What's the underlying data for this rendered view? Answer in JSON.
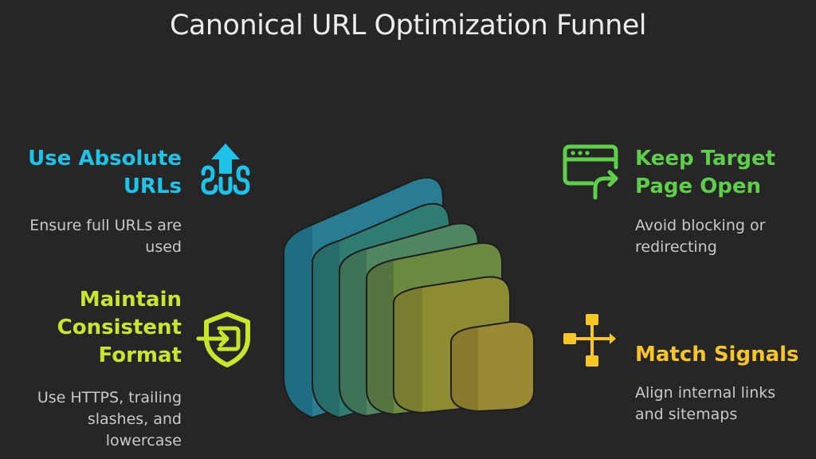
{
  "title": "Canonical URL Optimization Funnel",
  "colors": {
    "background": "#262626",
    "absolute_urls": "#1ec3e9",
    "target_page": "#5fce4b",
    "consistent_format": "#c8e62c",
    "match_signals": "#f6c526"
  },
  "items": {
    "absolute_urls": {
      "heading_line1": "Use Absolute",
      "heading_line2": "URLs",
      "desc_line1": "Ensure full URLs are",
      "desc_line2": "used",
      "icon": "upload-arrow-waves-icon"
    },
    "target_page": {
      "heading_line1": "Keep Target",
      "heading_line2": "Page Open",
      "desc_line1": "Avoid blocking or",
      "desc_line2": "redirecting",
      "icon": "browser-redirect-icon"
    },
    "consistent_format": {
      "heading_line1": "Maintain",
      "heading_line2": "Consistent",
      "heading_line3": "Format",
      "desc_line1": "Use HTTPS, trailing",
      "desc_line2": "slashes, and",
      "desc_line3": "lowercase",
      "icon": "shield-enter-icon"
    },
    "match_signals": {
      "heading": "Match Signals",
      "desc_line1": "Align internal links",
      "desc_line2": "and sitemaps",
      "icon": "flowchart-icon"
    }
  }
}
